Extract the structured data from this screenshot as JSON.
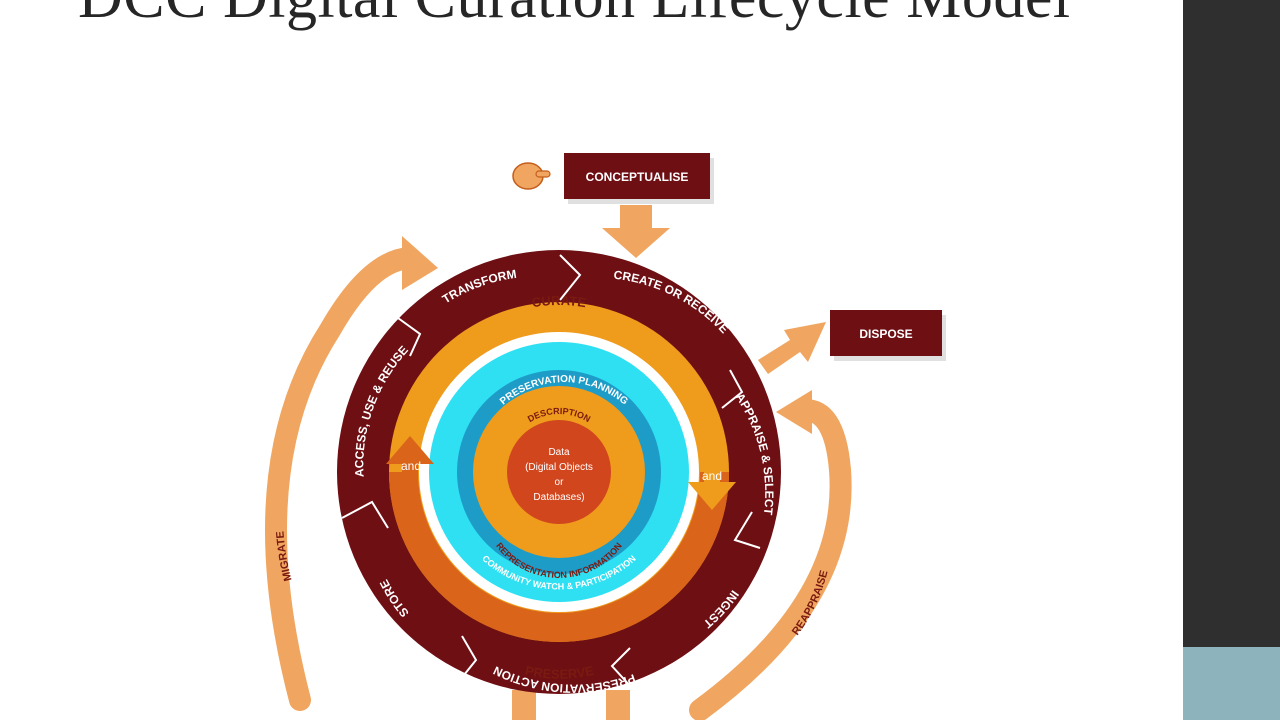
{
  "title": "DCC Digital Curation Lifecycle Model",
  "colors": {
    "maroon": "#6e0f14",
    "orange": "#ef9b1c",
    "dark_orange": "#d9641a",
    "cyan": "#2ee0f2",
    "blue": "#1e9cc8",
    "core": "#d2461e",
    "arrow_orange": "#f0a660"
  },
  "icons": {
    "pointer": "pointing-hand-icon"
  },
  "boxes": {
    "conceptualise": "CONCEPTUALISE",
    "dispose": "DISPOSE"
  },
  "outer_ring": {
    "transform": "TRANSFORM",
    "create_or_receive": "CREATE OR RECEIVE",
    "appraise_select": "APPRAISE & SELECT",
    "ingest": "INGEST",
    "preservation_action": "PRESERVATION ACTION",
    "store": "STORE",
    "access_use_reuse": "ACCESS, USE & REUSE"
  },
  "curate_ring": {
    "curate": "CURATE",
    "preserve": "PRESERVE",
    "and_left": "and",
    "and_right": "and"
  },
  "planning_ring": {
    "top": "PRESERVATION PLANNING",
    "bottom": "COMMUNITY WATCH & PARTICIPATION"
  },
  "description_ring": {
    "top": "DESCRIPTION",
    "bottom": "REPRESENTATION INFORMATION"
  },
  "core": {
    "line1": "Data",
    "line2": "(Digital Objects",
    "line3": "or",
    "line4": "Databases)"
  },
  "side_arrows": {
    "migrate": "MIGRATE",
    "reappraise": "REAPPRAISE"
  }
}
